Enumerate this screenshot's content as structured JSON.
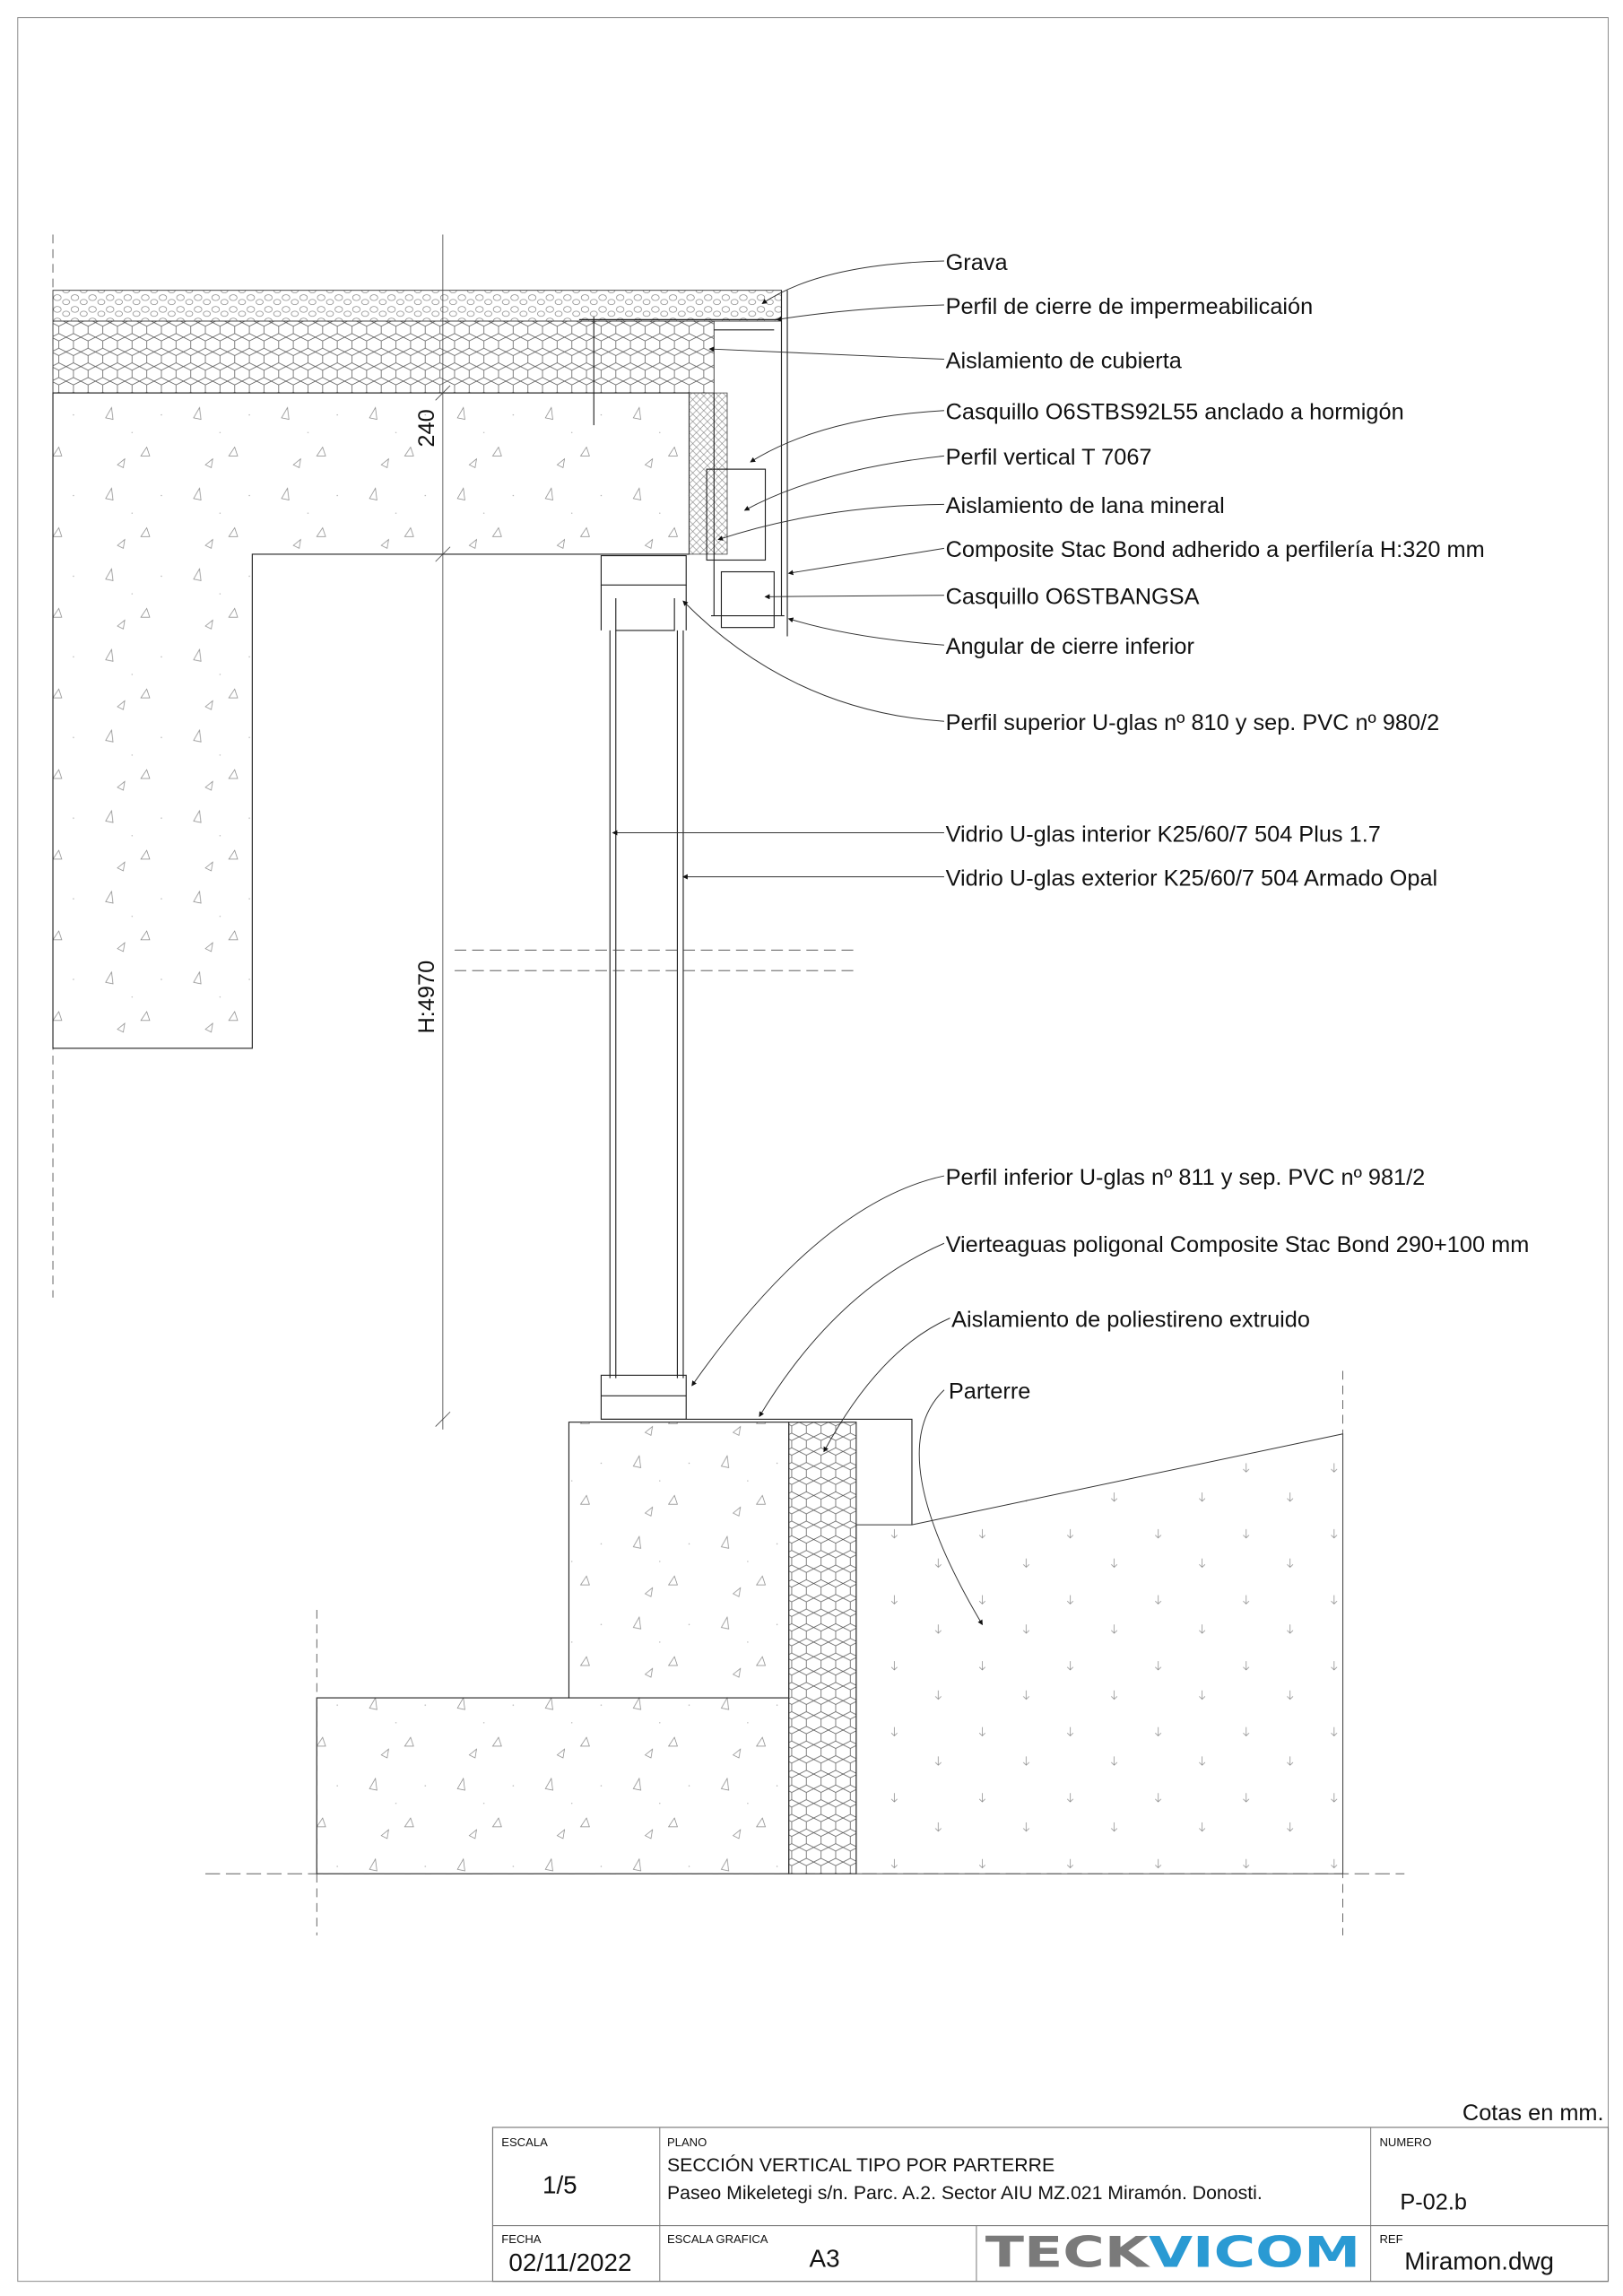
{
  "labels": [
    "Grava",
    "Perfil de cierre de impermeabilicaión",
    "Aislamiento de cubierta",
    "Casquillo O6STBS92L55 anclado a hormigón",
    "Perfil vertical T 7067",
    "Aislamiento de lana mineral",
    "Composite Stac Bond adherido a perfilería H:320 mm",
    "Casquillo O6STBANGSA",
    "Angular de cierre inferior",
    "Perfil superior U-glas nº 810 y sep. PVC nº 980/2",
    "Vidrio U-glas interior K25/60/7 504 Plus 1.7",
    "Vidrio U-glas exterior K25/60/7 504 Armado Opal",
    "Perfil inferior U-glas nº 811 y sep. PVC nº 981/2",
    "Vierteaguas poligonal Composite Stac Bond 290+100 mm",
    "Aislamiento de poliestireno extruido",
    "Parterre"
  ],
  "dimensions": {
    "top": "240",
    "height": "H:4970"
  },
  "title_block": {
    "units_note": "Cotas en mm.",
    "escala_label": "ESCALA",
    "escala": "1/5",
    "plano_label": "PLANO",
    "plano_title": "SECCIÓN VERTICAL TIPO POR PARTERRE",
    "plano_address": "Paseo Mikeletegi s/n.  Parc. A.2. Sector AIU MZ.021 Miramón. Donosti.",
    "numero_label": "NUMERO",
    "numero": "P-02.b",
    "fecha_label": "FECHA",
    "fecha": "02/11/2022",
    "escala_grafica_label": "ESCALA GRAFICA",
    "escala_grafica": "A3",
    "logo_part1": "TECK",
    "logo_part2": "VICOM",
    "ref_label": "REF",
    "ref": "Miramon.dwg"
  },
  "colors": {
    "logo_gray": "#7a7a7a",
    "logo_blue": "#2a9ad3"
  }
}
